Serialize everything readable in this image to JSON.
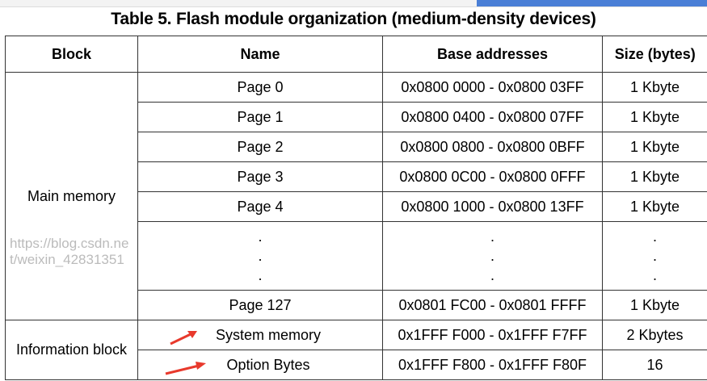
{
  "title": "Table 5. Flash module organization (medium-density devices)",
  "headers": [
    "Block",
    "Name",
    "Base addresses",
    "Size (bytes)"
  ],
  "main": {
    "block": "Main memory",
    "rows": [
      {
        "name": "Page 0",
        "addr": "0x0800 0000 - 0x0800 03FF",
        "size": "1 Kbyte"
      },
      {
        "name": "Page 1",
        "addr": "0x0800 0400 - 0x0800 07FF",
        "size": "1 Kbyte"
      },
      {
        "name": "Page 2",
        "addr": "0x0800 0800 - 0x0800 0BFF",
        "size": "1 Kbyte"
      },
      {
        "name": "Page 3",
        "addr": "0x0800 0C00 - 0x0800 0FFF",
        "size": "1 Kbyte"
      },
      {
        "name": "Page 4",
        "addr": "0x0800 1000 - 0x0800 13FF",
        "size": "1 Kbyte"
      }
    ],
    "ellipsis": ".\n.\n.",
    "last": {
      "name": "Page 127",
      "addr": "0x0801 FC00 - 0x0801 FFFF",
      "size": "1 Kbyte"
    }
  },
  "info": {
    "block": "Information block",
    "rows": [
      {
        "name": "System memory",
        "addr": "0x1FFF F000 - 0x1FFF F7FF",
        "size": "2 Kbytes"
      },
      {
        "name": "Option Bytes",
        "addr": "0x1FFF F800 - 0x1FFF F80F",
        "size": "16"
      }
    ]
  },
  "watermark": "https://blog.csdn.net/weixin_42831351",
  "colors": {
    "arrow": "#e8392c",
    "tab_active": "#4a7fd6"
  }
}
